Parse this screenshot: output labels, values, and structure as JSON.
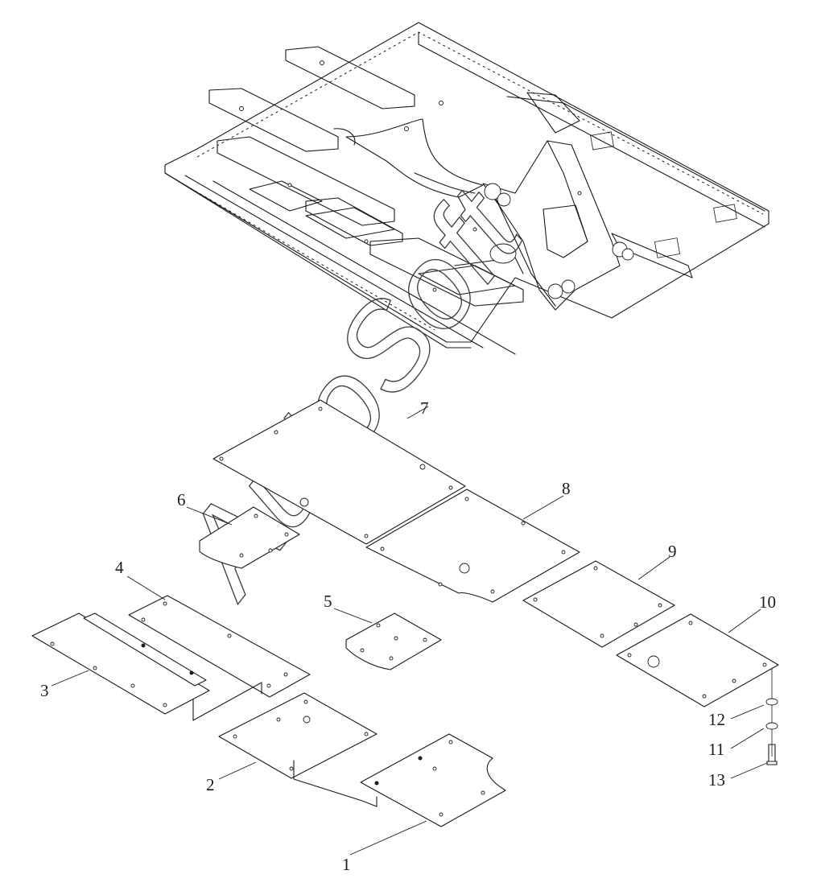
{
  "watermark": "AutoSoft",
  "callouts": {
    "c1": "1",
    "c2": "2",
    "c3": "3",
    "c4": "4",
    "c5": "5",
    "c6": "6",
    "c7": "7",
    "c8": "8",
    "c9": "9",
    "c10": "10",
    "c11": "11",
    "c12": "12",
    "c13": "13"
  },
  "colors": {
    "line": "#1a1a1a",
    "background": "#ffffff"
  }
}
